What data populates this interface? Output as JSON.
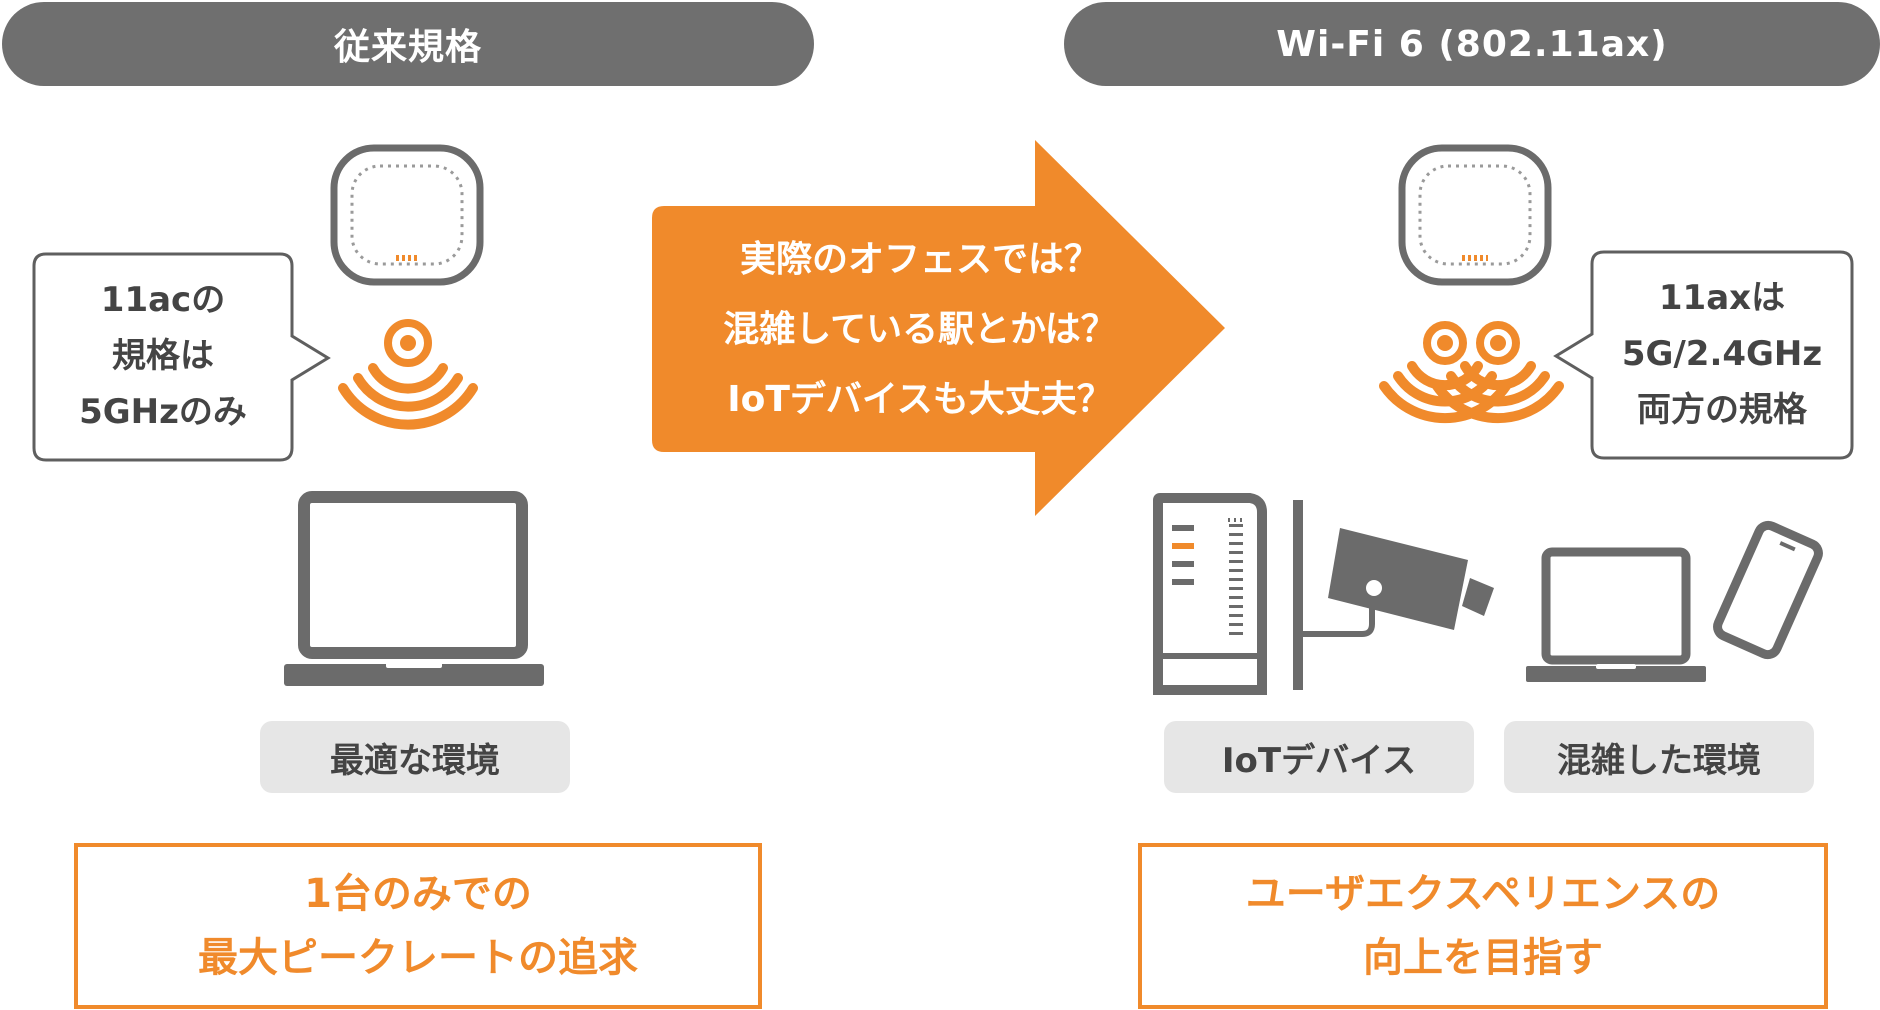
{
  "left": {
    "header": "従来規格",
    "bubble_lines": [
      "11acの",
      "規格は",
      "5GHzのみ"
    ],
    "env_label": "最適な環境",
    "result_lines": [
      "1台のみでの",
      "最大ピークレートの追求"
    ]
  },
  "arrow": {
    "lines": [
      "実際のオフェスでは？",
      "混雑している駅とかは？",
      "IoTデバイスも大丈夫？"
    ]
  },
  "right": {
    "header": "Wi-Fi 6 (802.11ax)",
    "bubble_lines": [
      "11axは",
      "5G/2.4GHz",
      "両方の規格"
    ],
    "iot_label": "IoTデバイス",
    "crowded_label": "混雑した環境",
    "result_lines": [
      "ユーザエクスペリエンスの",
      "向上を目指す"
    ]
  },
  "colors": {
    "accent": "#f08a2b",
    "header_gray": "#6f6f6f",
    "icon_gray": "#6b6b6b",
    "label_bg": "#e6e6e6"
  },
  "icons": [
    "access-point-icon",
    "wifi-signal-icon",
    "laptop-icon",
    "server-icon",
    "security-camera-icon",
    "smartphone-icon"
  ]
}
